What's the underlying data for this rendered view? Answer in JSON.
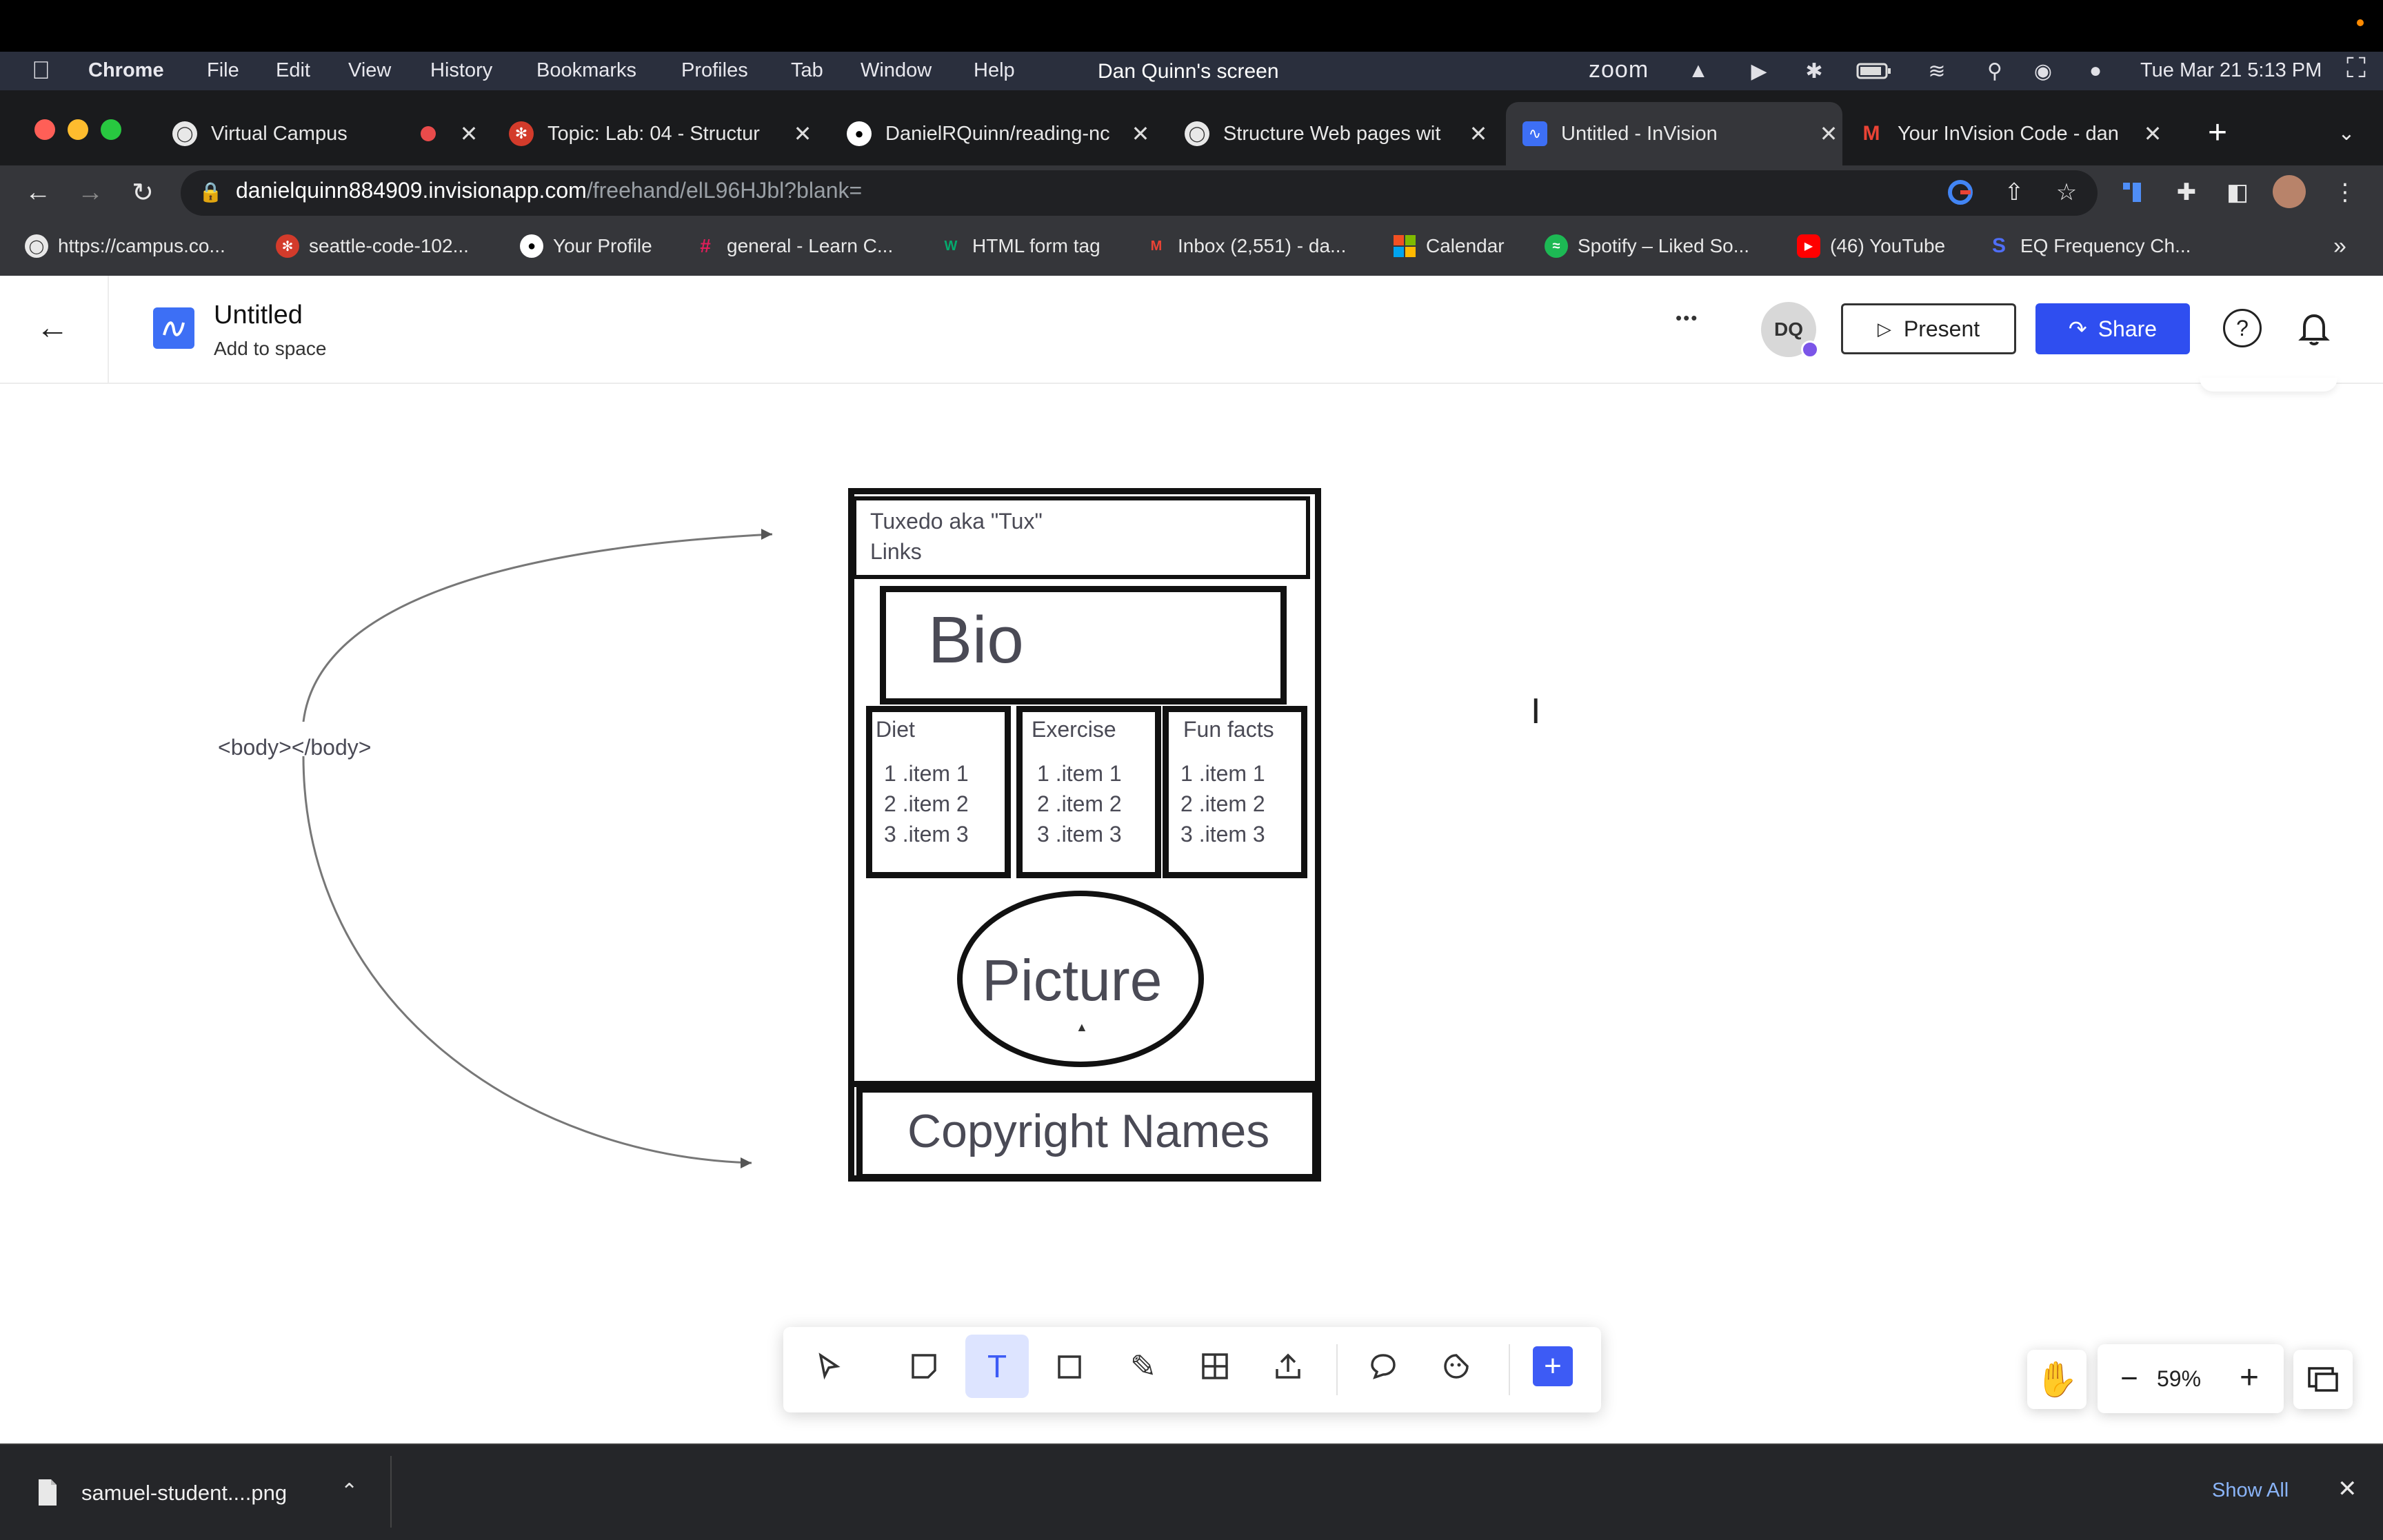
{
  "menubar": {
    "app": "Chrome",
    "items": [
      "File",
      "Edit",
      "View",
      "History",
      "Bookmarks",
      "Profiles",
      "Tab",
      "Window",
      "Help"
    ],
    "screen_share_title": "Dan Quinn's screen",
    "zoom_label": "zoom",
    "datetime": "Tue Mar 21  5:13 PM"
  },
  "tabs": [
    {
      "label": "Virtual Campus",
      "icon": "globe-icon"
    },
    {
      "label": "Topic: Lab: 04 - Structur",
      "icon": "canvas-icon"
    },
    {
      "label": "DanielRQuinn/reading-nc",
      "icon": "github-icon"
    },
    {
      "label": "Structure Web pages wit",
      "icon": "globe-icon"
    },
    {
      "label": "Untitled - InVision",
      "icon": "invision-icon",
      "active": true
    },
    {
      "label": "Your InVision Code - dan",
      "icon": "gmail-icon"
    }
  ],
  "address": {
    "host": "danielquinn884909.invisionapp.com",
    "path": "/freehand/elL96HJbl?blank="
  },
  "bookmarks": [
    {
      "label": "https://campus.co...",
      "icon": "globe-icon"
    },
    {
      "label": "seattle-code-102...",
      "icon": "canvas-icon"
    },
    {
      "label": "Your Profile",
      "icon": "github-icon"
    },
    {
      "label": "general - Learn C...",
      "icon": "slack-icon"
    },
    {
      "label": "HTML form tag",
      "icon": "w3-icon"
    },
    {
      "label": "Inbox (2,551) - da...",
      "icon": "gmail-icon"
    },
    {
      "label": "Calendar",
      "icon": "microsoft-icon"
    },
    {
      "label": "Spotify – Liked So...",
      "icon": "spotify-icon"
    },
    {
      "label": "(46) YouTube",
      "icon": "youtube-icon"
    },
    {
      "label": "EQ Frequency Ch...",
      "icon": "s-icon"
    }
  ],
  "overflow_glyph": "»",
  "app": {
    "doc_title": "Untitled",
    "doc_subtitle": "Add to space",
    "more": "•••",
    "avatar": "DQ",
    "present_label": "Present",
    "share_label": "Share",
    "help": "?"
  },
  "canvas": {
    "body_label": "<body></body>",
    "header_line1": "Tuxedo aka \"Tux\"",
    "header_line2": "Links",
    "bio": "Bio",
    "columns": [
      {
        "title": "Diet",
        "items": [
          "1 .item 1",
          "2 .item 2",
          "3 .item 3"
        ]
      },
      {
        "title": "Exercise",
        "items": [
          "1 .item 1",
          "2 .item 2",
          "3 .item 3"
        ]
      },
      {
        "title": "Fun facts",
        "items": [
          "1 .item 1",
          "2 .item 2",
          "3 .item 3"
        ]
      }
    ],
    "picture": "Picture",
    "footer": "Copyright Names"
  },
  "tools": [
    "select-tool",
    "sticky-note-tool",
    "text-tool",
    "shape-tool",
    "pen-tool",
    "table-tool",
    "upload-tool",
    "comment-tool",
    "sticker-tool",
    "add-tool"
  ],
  "zoom": {
    "minus": "−",
    "level": "59%",
    "plus": "+"
  },
  "download": {
    "filename": "samuel-student....png",
    "show_all": "Show All"
  }
}
